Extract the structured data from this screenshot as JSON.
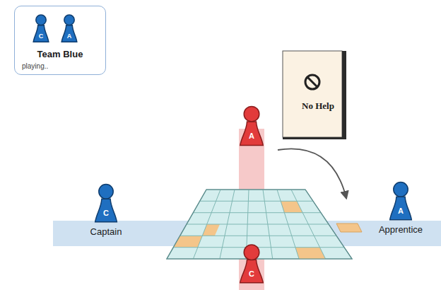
{
  "diagram": {
    "nodes": [
      {
        "text": [
          "Team Blue",
          "playing.."
        ]
      },
      {
        "text": [
          "C"
        ],
        "in": 0
      },
      {
        "text": [
          "A"
        ],
        "in": 0
      },
      {
        "text": [
          "A"
        ]
      },
      {
        "text": [
          "No Help"
        ]
      },
      {
        "text": [
          "C",
          "Captain"
        ]
      },
      {
        "text": [
          "A",
          "Apprentice"
        ]
      },
      {
        "text": [
          "C"
        ]
      }
    ]
  }
}
